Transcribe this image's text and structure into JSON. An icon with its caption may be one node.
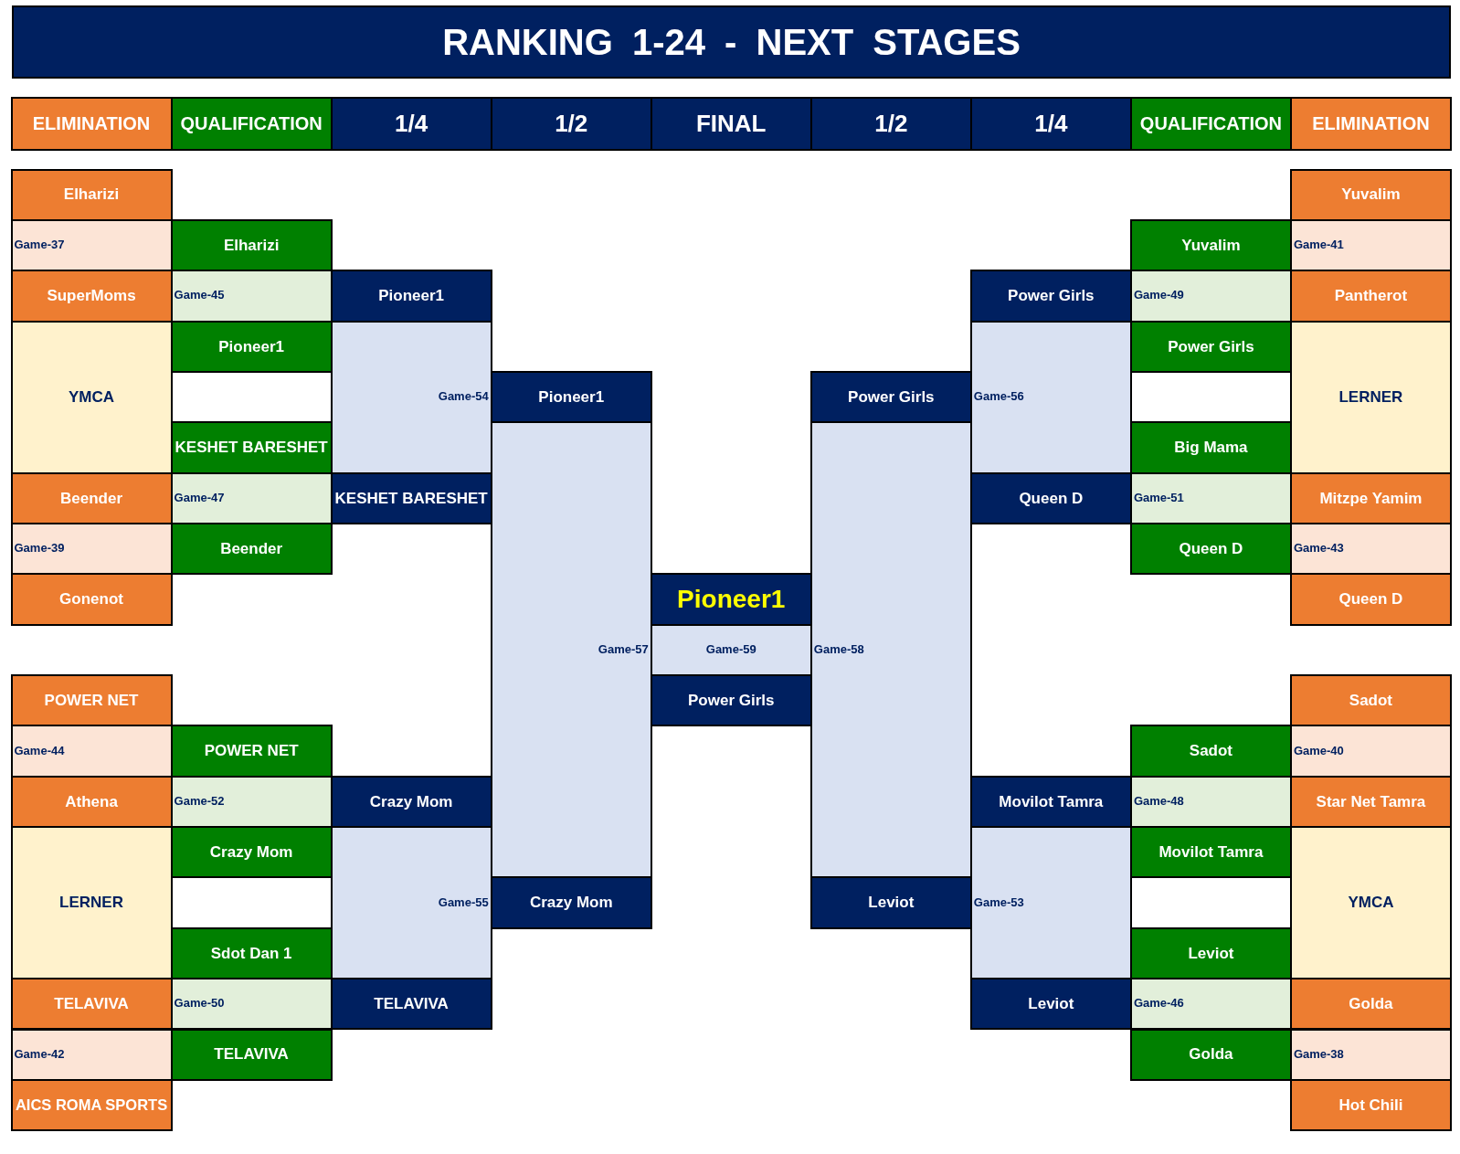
{
  "diagram": {
    "title": "RANKING 1-24 - NEXT STAGES",
    "nodes": [
      {
        "text": [
          "ELIMINATION"
        ]
      },
      {
        "text": [
          "QUALIFICATION"
        ]
      },
      {
        "text": [
          "1/4"
        ]
      },
      {
        "text": [
          "1/2"
        ]
      },
      {
        "text": [
          "FINAL"
        ]
      },
      {
        "text": [
          "1/2"
        ]
      },
      {
        "text": [
          "1/4"
        ]
      },
      {
        "text": [
          "QUALIFICATION"
        ]
      },
      {
        "text": [
          "ELIMINATION"
        ]
      },
      {
        "text": [
          "Elharizi"
        ]
      },
      {
        "text": [
          "Yuvalim"
        ]
      },
      {
        "text": [
          "Game-37"
        ]
      },
      {
        "text": [
          "Elharizi"
        ]
      },
      {
        "text": [
          "Yuvalim"
        ]
      },
      {
        "text": [
          "Game-41"
        ]
      },
      {
        "text": [
          "SuperMoms"
        ]
      },
      {
        "text": [
          "Game-45"
        ]
      },
      {
        "text": [
          "Pioneer1"
        ]
      },
      {
        "text": [
          "Power Girls"
        ]
      },
      {
        "text": [
          "Game-49"
        ]
      },
      {
        "text": [
          "Pantherot"
        ]
      },
      {
        "text": [
          "YMCA"
        ]
      },
      {
        "text": [
          "Pioneer1"
        ]
      },
      {
        "text": [
          "Game-54"
        ]
      },
      {
        "text": [
          "Game-56"
        ]
      },
      {
        "text": [
          "Power Girls"
        ]
      },
      {
        "text": [
          "LERNER"
        ]
      },
      {
        "text": [
          "Pioneer1"
        ]
      },
      {
        "text": [
          "Power Girls"
        ]
      },
      {
        "text": [
          "KESHET BARESHET"
        ]
      },
      {
        "text": [
          "Game-57"
        ]
      },
      {
        "text": [
          "Game-58"
        ]
      },
      {
        "text": [
          "Big Mama"
        ]
      },
      {
        "text": [
          "Beender"
        ]
      },
      {
        "text": [
          "Game-47"
        ]
      },
      {
        "text": [
          "KESHET BARESHET"
        ]
      },
      {
        "text": [
          "Queen D"
        ]
      },
      {
        "text": [
          "Game-51"
        ]
      },
      {
        "text": [
          "Mitzpe Yamim"
        ]
      },
      {
        "text": [
          "Game-39"
        ]
      },
      {
        "text": [
          "Beender"
        ]
      },
      {
        "text": [
          "Queen D"
        ]
      },
      {
        "text": [
          "Game-43"
        ]
      },
      {
        "text": [
          "Gonenot"
        ]
      },
      {
        "text": [
          "Pioneer1"
        ]
      },
      {
        "text": [
          "Queen D"
        ]
      },
      {
        "text": [
          "Game-59"
        ]
      },
      {
        "text": [
          "POWER NET"
        ]
      },
      {
        "text": [
          "Power Girls"
        ]
      },
      {
        "text": [
          "Sadot"
        ]
      },
      {
        "text": [
          "Game-44"
        ]
      },
      {
        "text": [
          "POWER NET"
        ]
      },
      {
        "text": [
          "Sadot"
        ]
      },
      {
        "text": [
          "Game-40"
        ]
      },
      {
        "text": [
          "Athena"
        ]
      },
      {
        "text": [
          "Game-52"
        ]
      },
      {
        "text": [
          "Crazy Mom"
        ]
      },
      {
        "text": [
          "Movilot Tamra"
        ]
      },
      {
        "text": [
          "Game-48"
        ]
      },
      {
        "text": [
          "Star Net Tamra"
        ]
      },
      {
        "text": [
          "LERNER"
        ]
      },
      {
        "text": [
          "Crazy Mom"
        ]
      },
      {
        "text": [
          "Game-55"
        ]
      },
      {
        "text": [
          "Game-53"
        ]
      },
      {
        "text": [
          "Movilot Tamra"
        ]
      },
      {
        "text": [
          "YMCA"
        ]
      },
      {
        "text": [
          "Crazy Mom"
        ]
      },
      {
        "text": [
          "Leviot"
        ]
      },
      {
        "text": [
          "Sdot Dan 1"
        ]
      },
      {
        "text": [
          "Leviot"
        ]
      },
      {
        "text": [
          "TELAVIVA"
        ]
      },
      {
        "text": [
          "Game-50"
        ]
      },
      {
        "text": [
          "TELAVIVA"
        ]
      },
      {
        "text": [
          "Leviot"
        ]
      },
      {
        "text": [
          "Game-46"
        ]
      },
      {
        "text": [
          "Golda"
        ]
      },
      {
        "text": [
          "Game-42"
        ]
      },
      {
        "text": [
          "TELAVIVA"
        ]
      },
      {
        "text": [
          "Golda"
        ]
      },
      {
        "text": [
          "Game-38"
        ]
      },
      {
        "text": [
          "AICS ROMA SPORTS"
        ]
      },
      {
        "text": [
          "Hot Chili"
        ]
      }
    ]
  }
}
